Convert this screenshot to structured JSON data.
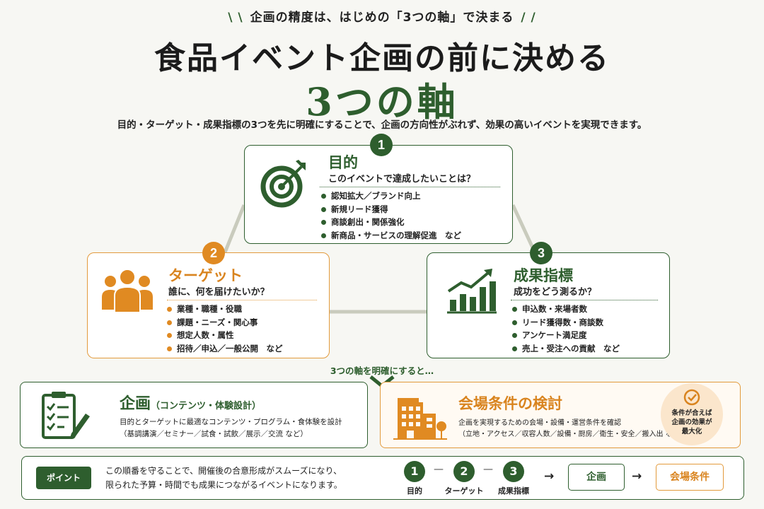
{
  "header": {
    "eyebrow": "企画の精度は、はじめの「3つの軸」で決まる",
    "title": "食品イベント企画の前に決める",
    "title_emphasis": "3つの軸",
    "lead": "目的・ターゲット・成果指標の3つを先に明確にすることで、企画の方向性がぶれず、効果の高いイベントを実現できます。"
  },
  "axes": [
    {
      "number": "1",
      "title": "目的",
      "question": "このイベントで達成したいことは？",
      "icon": "target-icon",
      "items": [
        "認知拡大／ブランド向上",
        "新規リード獲得",
        "商談創出・関係強化",
        "新商品・サービスの理解促進　など"
      ]
    },
    {
      "number": "2",
      "title": "ターゲット",
      "question": "誰に、何を届けたいか？",
      "icon": "people-icon",
      "items": [
        "業種・職種・役職",
        "課題・ニーズ・関心事",
        "想定人数・属性",
        "招待／申込／一般公開　など"
      ]
    },
    {
      "number": "3",
      "title": "成果指標",
      "question": "成功をどう測るか？",
      "icon": "bar-chart-icon",
      "items": [
        "申込数・来場者数",
        "リード獲得数・商談数",
        "アンケート満足度",
        "売上・受注への貢献　など"
      ]
    }
  ],
  "then_label": "3つの軸を明確にすると…",
  "outcomes": {
    "planning": {
      "title": "企画",
      "title_suffix": "（コンテンツ・体験設計）",
      "desc_line1": "目的とターゲットに最適なコンテンツ・プログラム・食体験を設計",
      "desc_line2": "（基調講演／セミナー／試食・試飲／展示／交流 など）",
      "icon": "checklist-icon"
    },
    "venue": {
      "title": "会場条件の検討",
      "desc_line1": "企画を実現するための会場・設備・運営条件を確認",
      "desc_line2": "（立地・アクセス／収容人数／設備・厨房／衛生・安全／搬入出 など）",
      "icon": "building-icon",
      "effect_line1": "条件が合えば",
      "effect_line2": "企画の効果が",
      "effect_line3": "最大化"
    }
  },
  "point": {
    "tag": "ポイント",
    "line1": "この順番を守ることで、開催後の合意形成がスムーズになり、",
    "line2": "限られた予算・時間でも成果につながるイベントになります。",
    "steps": [
      {
        "number": "1",
        "label": "目的"
      },
      {
        "number": "2",
        "label": "ターゲット"
      },
      {
        "number": "3",
        "label": "成果指標"
      }
    ],
    "flow_planning": "企画",
    "flow_venue": "会場条件",
    "dash": "—",
    "arrow": "→"
  },
  "colors": {
    "green": "#2e5e2e",
    "orange": "#e08a22",
    "connector": "#c9cbbd"
  }
}
